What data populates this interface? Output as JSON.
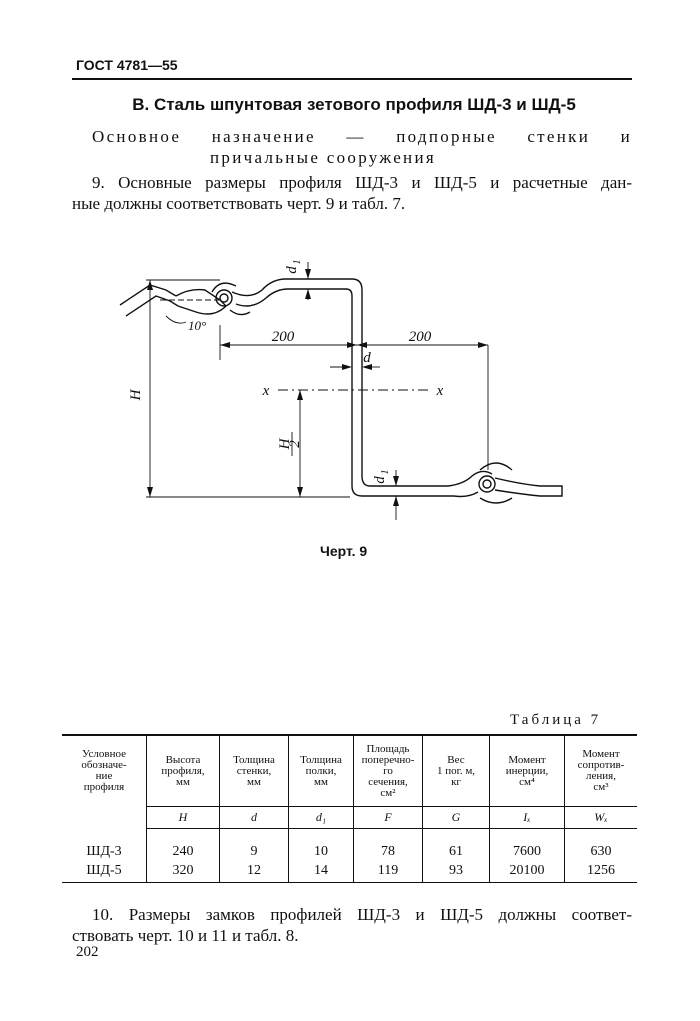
{
  "header": "ГОСТ 4781—55",
  "section_title": "В. Сталь шпунтовая зетового профиля ШД-3 и ШД-5",
  "purpose": {
    "line1_words": [
      "Основное",
      "назначение",
      "—",
      "подпорные",
      "стенки",
      "и"
    ],
    "line2": "причальные сооружения"
  },
  "para9": {
    "line1": "9. Основные размеры профиля ШД-3 и ШД-5 и расчетные дан-",
    "line2": "ные должны соответствовать черт. 9 и табл. 7."
  },
  "drawing": {
    "dim_200_left": "200",
    "dim_200_right": "200",
    "angle": "10°",
    "label_d": "d",
    "label_d1": "d",
    "label_d1_sub": "1",
    "label_H": "H",
    "label_H_num": "H",
    "label_H_den": "2",
    "axis_x": "x"
  },
  "figure_caption": "Черт. 9",
  "table_title": "Таблица 7",
  "table": {
    "headers": [
      [
        "Условное",
        "обозначе-",
        "ние",
        "профиля"
      ],
      [
        "Высота",
        "профиля,",
        "мм"
      ],
      [
        "Толщина",
        "стенки,",
        "мм"
      ],
      [
        "Толщина",
        "полки,",
        "мм"
      ],
      [
        "Площадь",
        "поперечно-",
        "го",
        "сечения,",
        "см²"
      ],
      [
        "Вес",
        "1 пог. м,",
        "кг"
      ],
      [
        "Момент",
        "инерции,",
        "см⁴"
      ],
      [
        "Момент",
        "сопротив-",
        "ления,",
        "см³"
      ]
    ],
    "symbols": [
      "",
      "H",
      "d",
      "d₁",
      "F",
      "G",
      "Iₓ",
      "Wₓ"
    ],
    "rows": [
      [
        "ШД-3",
        "240",
        "9",
        "10",
        "78",
        "61",
        "7600",
        "630"
      ],
      [
        "ШД-5",
        "320",
        "12",
        "14",
        "119",
        "93",
        "20100",
        "1256"
      ]
    ]
  },
  "para10": {
    "line1": "10. Размеры замков профилей ШД-3 и ШД-5 должны соответ-",
    "line2": "ствовать черт. 10 и 11 и табл. 8."
  },
  "page_number": "202"
}
